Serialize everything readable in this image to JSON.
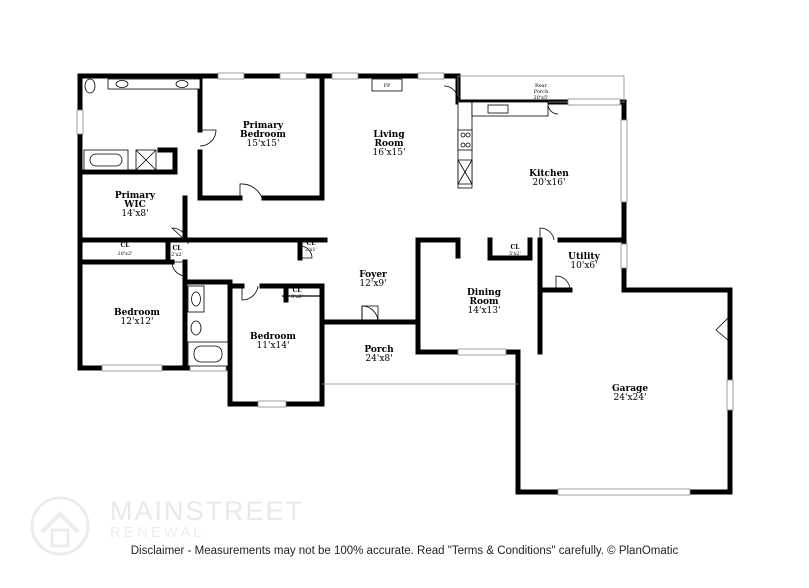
{
  "rooms": {
    "primary_bedroom": {
      "name_1": "Primary",
      "name_2": "Bedroom",
      "dim": "15'x15'"
    },
    "living_room": {
      "name_1": "Living",
      "name_2": "Room",
      "dim": "16'x15'"
    },
    "fp": "FP",
    "rear_porch": {
      "name_1": "Rear",
      "name_2": "Porch",
      "dim": "20'x5'"
    },
    "kitchen": {
      "name": "Kitchen",
      "dim": "20'x16'"
    },
    "primary_wic": {
      "name_1": "Primary",
      "name_2": "WIC",
      "dim": "14'x8'"
    },
    "cl_10x2": {
      "name": "CL",
      "dim": "10'x2'"
    },
    "cl_2x2": {
      "name": "CL",
      "dim": "2'x2'"
    },
    "cl_2x1": {
      "name": "CL",
      "dim": "2'x1'"
    },
    "cl_5x2": {
      "name": "CL",
      "dim": "5'x2'"
    },
    "cl_3x6": {
      "name": "CL",
      "dim": "3'x6'"
    },
    "utility": {
      "name": "Utility",
      "dim": "10'x6'"
    },
    "foyer": {
      "name": "Foyer",
      "dim": "12'x9'"
    },
    "bedroom_1": {
      "name": "Bedroom",
      "dim": "12'x12'"
    },
    "dining_room": {
      "name_1": "Dining",
      "name_2": "Room",
      "dim": "14'x13'"
    },
    "bedroom_2": {
      "name": "Bedroom",
      "dim": "11'x14'"
    },
    "porch": {
      "name": "Porch",
      "dim": "24'x8'"
    },
    "garage": {
      "name": "Garage",
      "dim": "24'x24'"
    }
  },
  "watermark": {
    "line_1": "MAINSTREET",
    "line_2": "RENEWAL"
  },
  "disclaimer": "Disclaimer - Measurements may not be 100% accurate. Read \"Terms & Conditions\" carefully. © PlanOmatic",
  "colors": {
    "wall": "#000000",
    "background": "#ffffff",
    "watermark": "#e8e8e8",
    "window": "#888888"
  }
}
